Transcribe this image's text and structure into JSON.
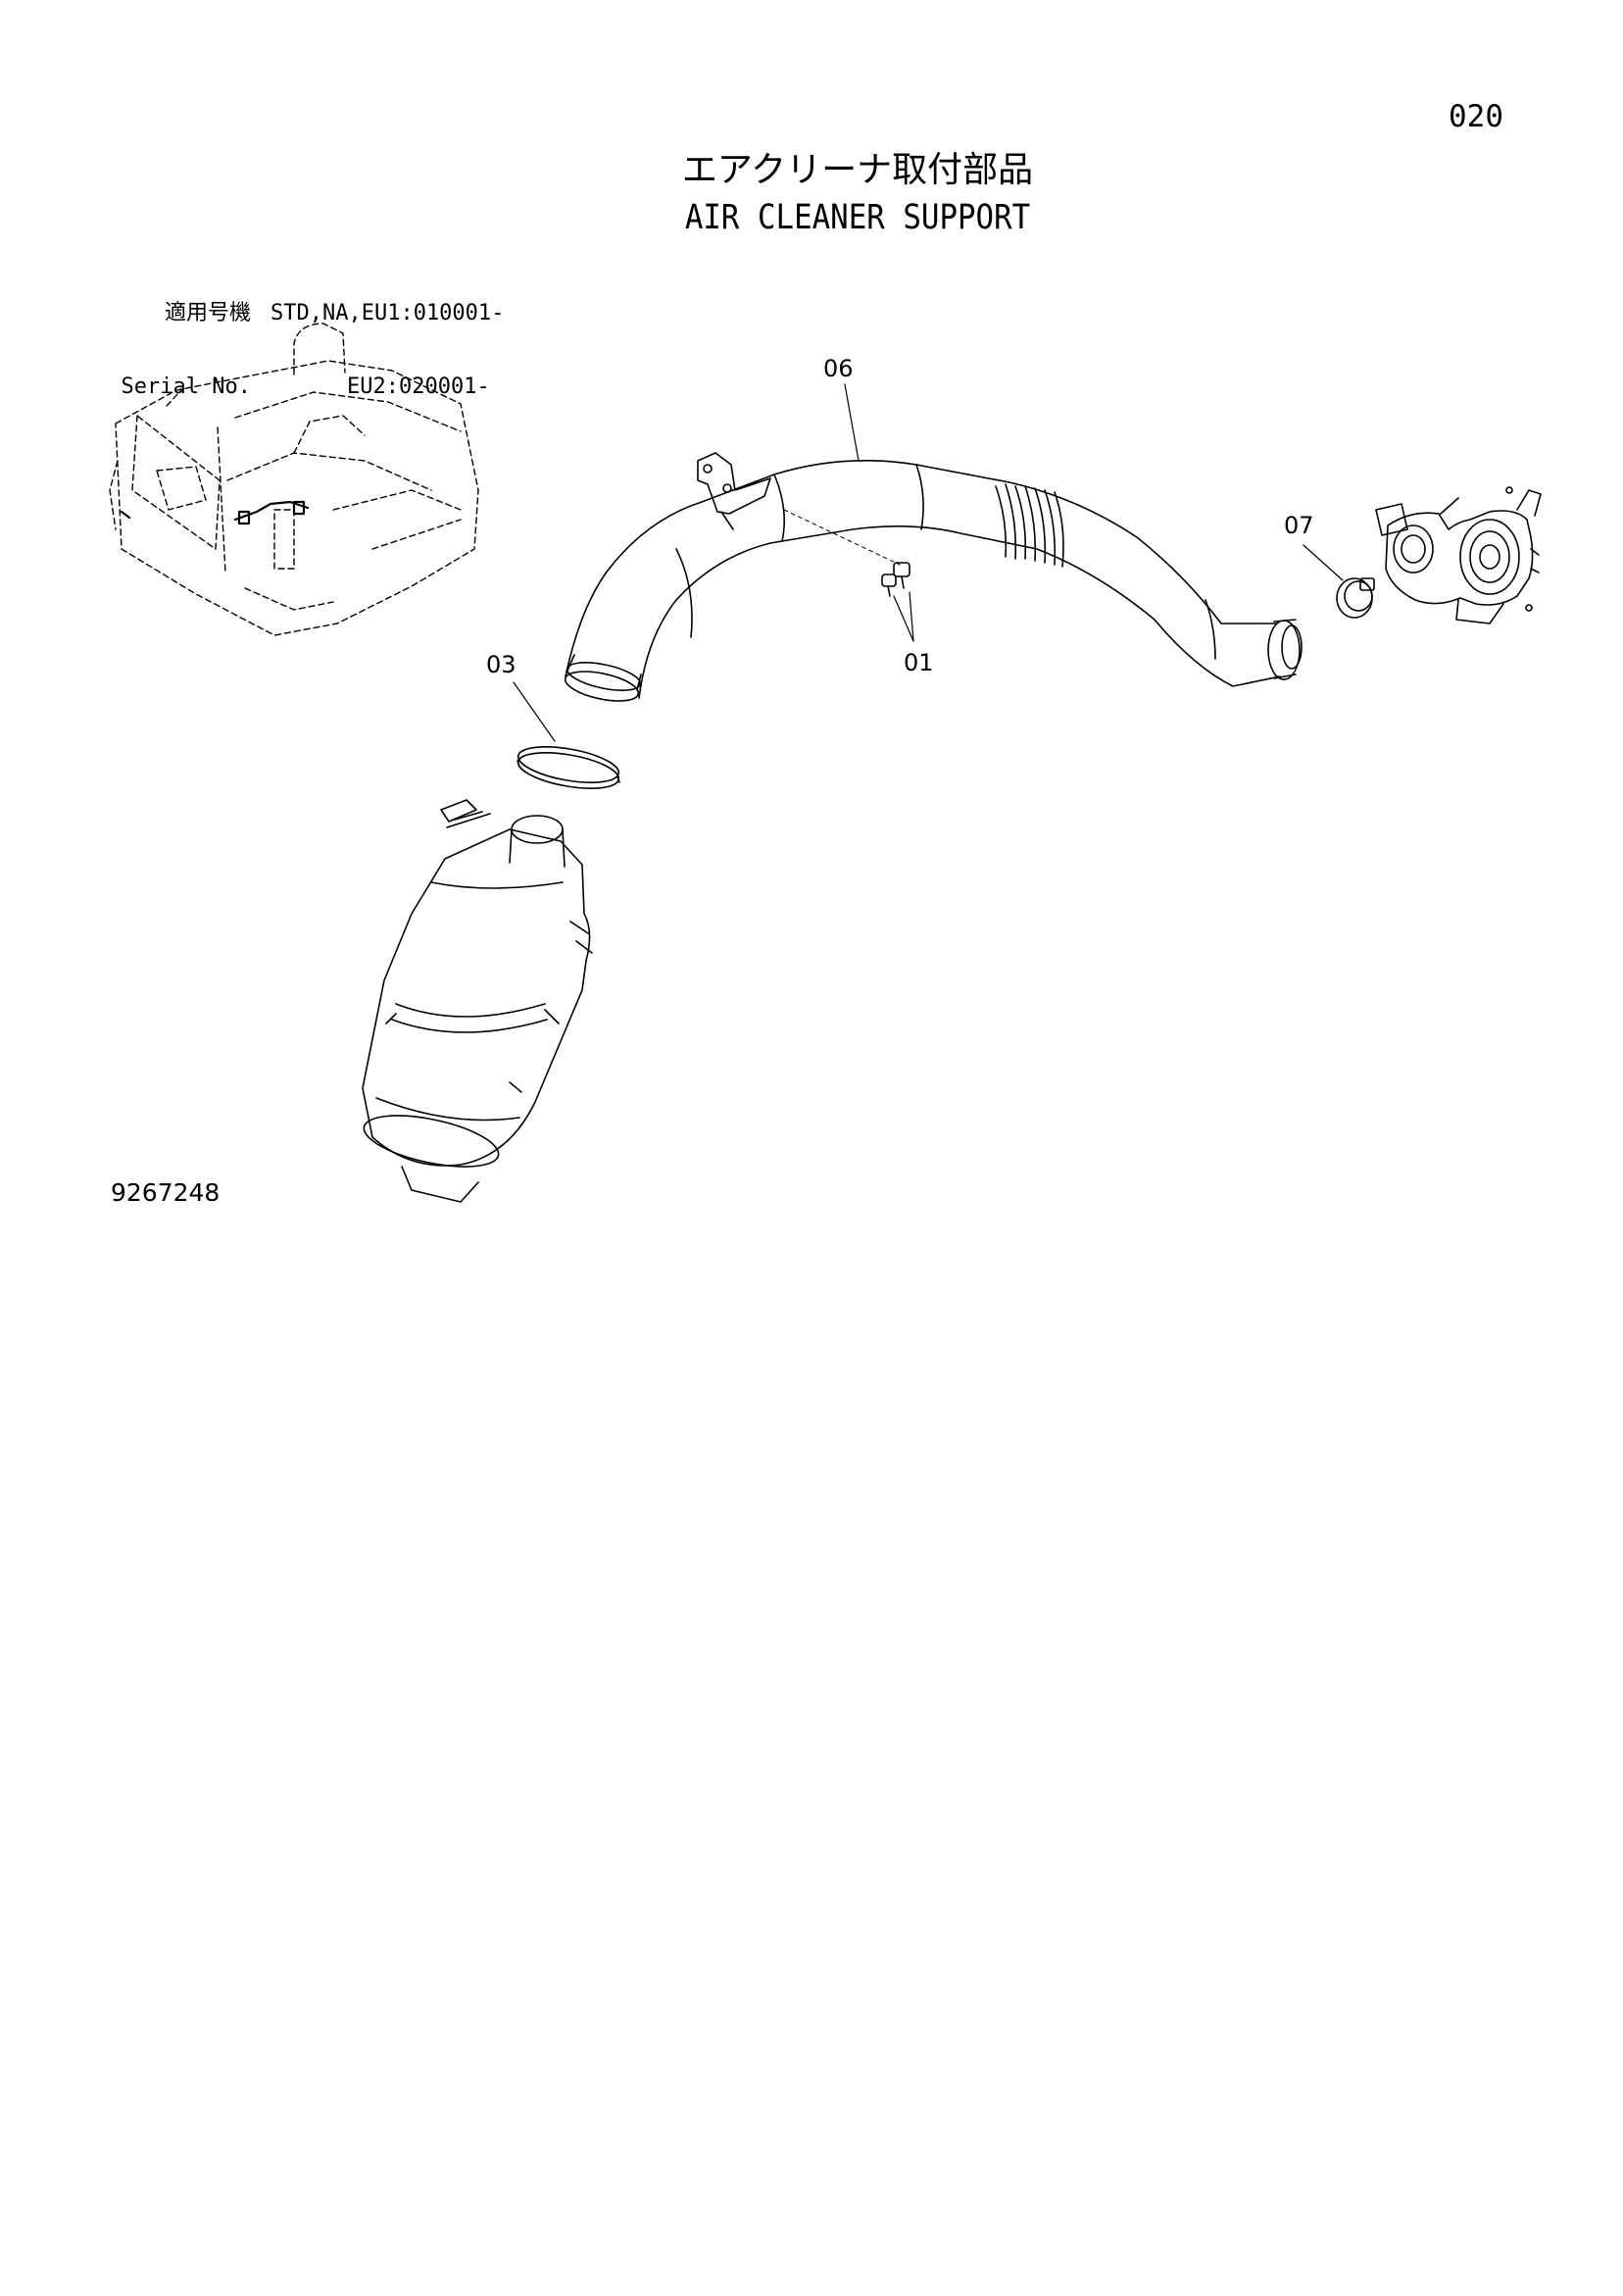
{
  "header": {
    "page_number": "020",
    "title_jp": "エアクリーナ取付部品",
    "title_en": "AIR CLEANER SUPPORT"
  },
  "applicability": {
    "label_jp": "適用号機",
    "label_en": "Serial No.",
    "value_line1": "STD,NA,EU1:010001-",
    "value_line2": "EU2:020001-"
  },
  "callouts": {
    "part_06": "06",
    "part_07": "07",
    "part_03": "03",
    "part_01": "01"
  },
  "footer": {
    "drawing_number": "9267248"
  },
  "drawing": {
    "line_color": "#000000",
    "components": [
      "excavator-outline",
      "air-intake-hose",
      "hose-clamp",
      "turbocharger",
      "air-cleaner",
      "bolts",
      "mounting-bracket"
    ]
  }
}
